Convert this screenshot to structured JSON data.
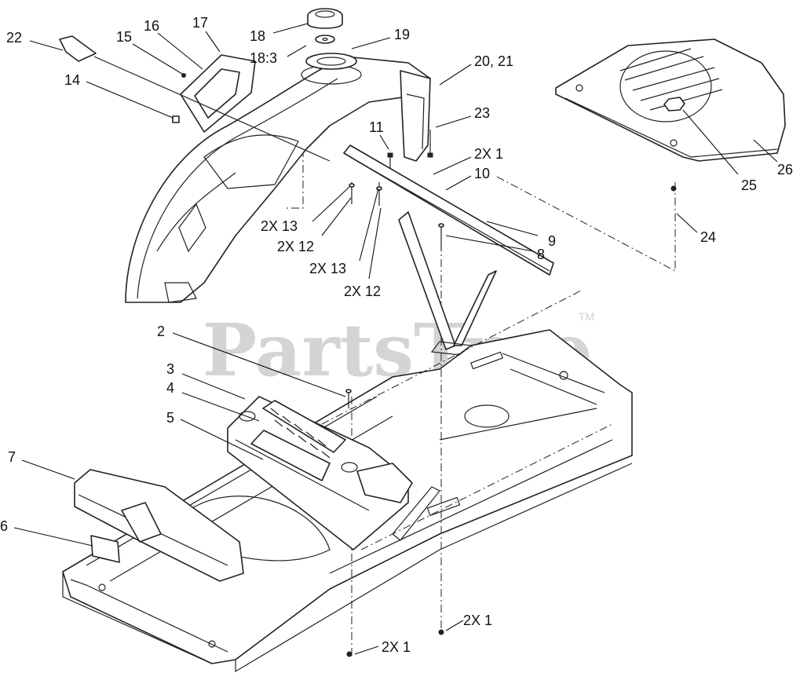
{
  "watermark": {
    "text": "PartsTree",
    "trademark": "TM"
  },
  "callouts": [
    {
      "id": "c22",
      "text": "22"
    },
    {
      "id": "c15",
      "text": "15"
    },
    {
      "id": "c16",
      "text": "16"
    },
    {
      "id": "c17",
      "text": "17"
    },
    {
      "id": "c14",
      "text": "14"
    },
    {
      "id": "c18",
      "text": "18"
    },
    {
      "id": "c18b",
      "text": "18:3"
    },
    {
      "id": "c19",
      "text": "19"
    },
    {
      "id": "c2021",
      "text": "20, 21"
    },
    {
      "id": "c23",
      "text": "23"
    },
    {
      "id": "c11",
      "text": "11"
    },
    {
      "id": "c2x1a",
      "text": "2X 1"
    },
    {
      "id": "c10",
      "text": "10"
    },
    {
      "id": "c2x13a",
      "text": "2X 13"
    },
    {
      "id": "c2x12a",
      "text": "2X 12"
    },
    {
      "id": "c2x13b",
      "text": "2X 13"
    },
    {
      "id": "c2x12b",
      "text": "2X 12"
    },
    {
      "id": "c25",
      "text": "25"
    },
    {
      "id": "c26",
      "text": "26"
    },
    {
      "id": "c24",
      "text": "24"
    },
    {
      "id": "c9",
      "text": "9"
    },
    {
      "id": "c8",
      "text": "8"
    },
    {
      "id": "c2",
      "text": "2"
    },
    {
      "id": "c3",
      "text": "3"
    },
    {
      "id": "c4",
      "text": "4"
    },
    {
      "id": "c5",
      "text": "5"
    },
    {
      "id": "c7",
      "text": "7"
    },
    {
      "id": "c6",
      "text": "6"
    },
    {
      "id": "c2x1b",
      "text": "2X 1"
    },
    {
      "id": "c2x1c",
      "text": "2X 1"
    }
  ]
}
